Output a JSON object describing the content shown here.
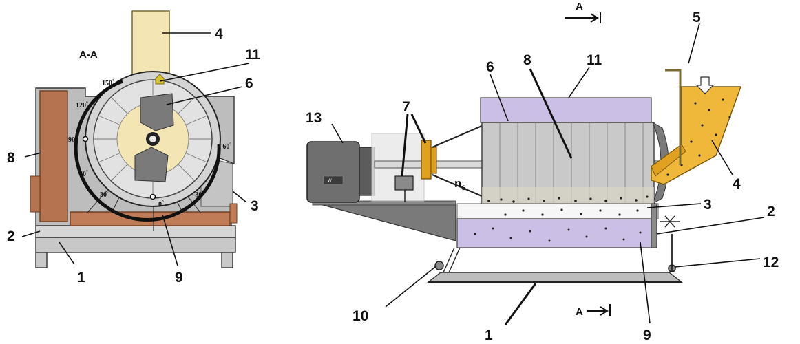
{
  "section": {
    "title": "A-A",
    "marker_top": "A",
    "marker_bottom": "A"
  },
  "labels_left": {
    "l1": "1",
    "l2": "2",
    "l3": "3",
    "l4": "4",
    "l6": "6",
    "l8": "8",
    "l9": "9",
    "l11": "11"
  },
  "labels_right": {
    "r1": "1",
    "r2": "2",
    "r3": "3",
    "r4": "4",
    "r5": "5",
    "r6": "6",
    "r7": "7",
    "r8": "8",
    "r9": "9",
    "r10": "10",
    "r11": "11",
    "r12": "12",
    "r13": "13"
  },
  "angles": {
    "a150": "150",
    "a120": "120",
    "a90": "90",
    "a60": "60",
    "a30": "30",
    "a0": "0",
    "am30": "-30",
    "am60": "-60"
  },
  "speed_label": "n",
  "speed_sub": "s",
  "motor_plate": "W"
}
